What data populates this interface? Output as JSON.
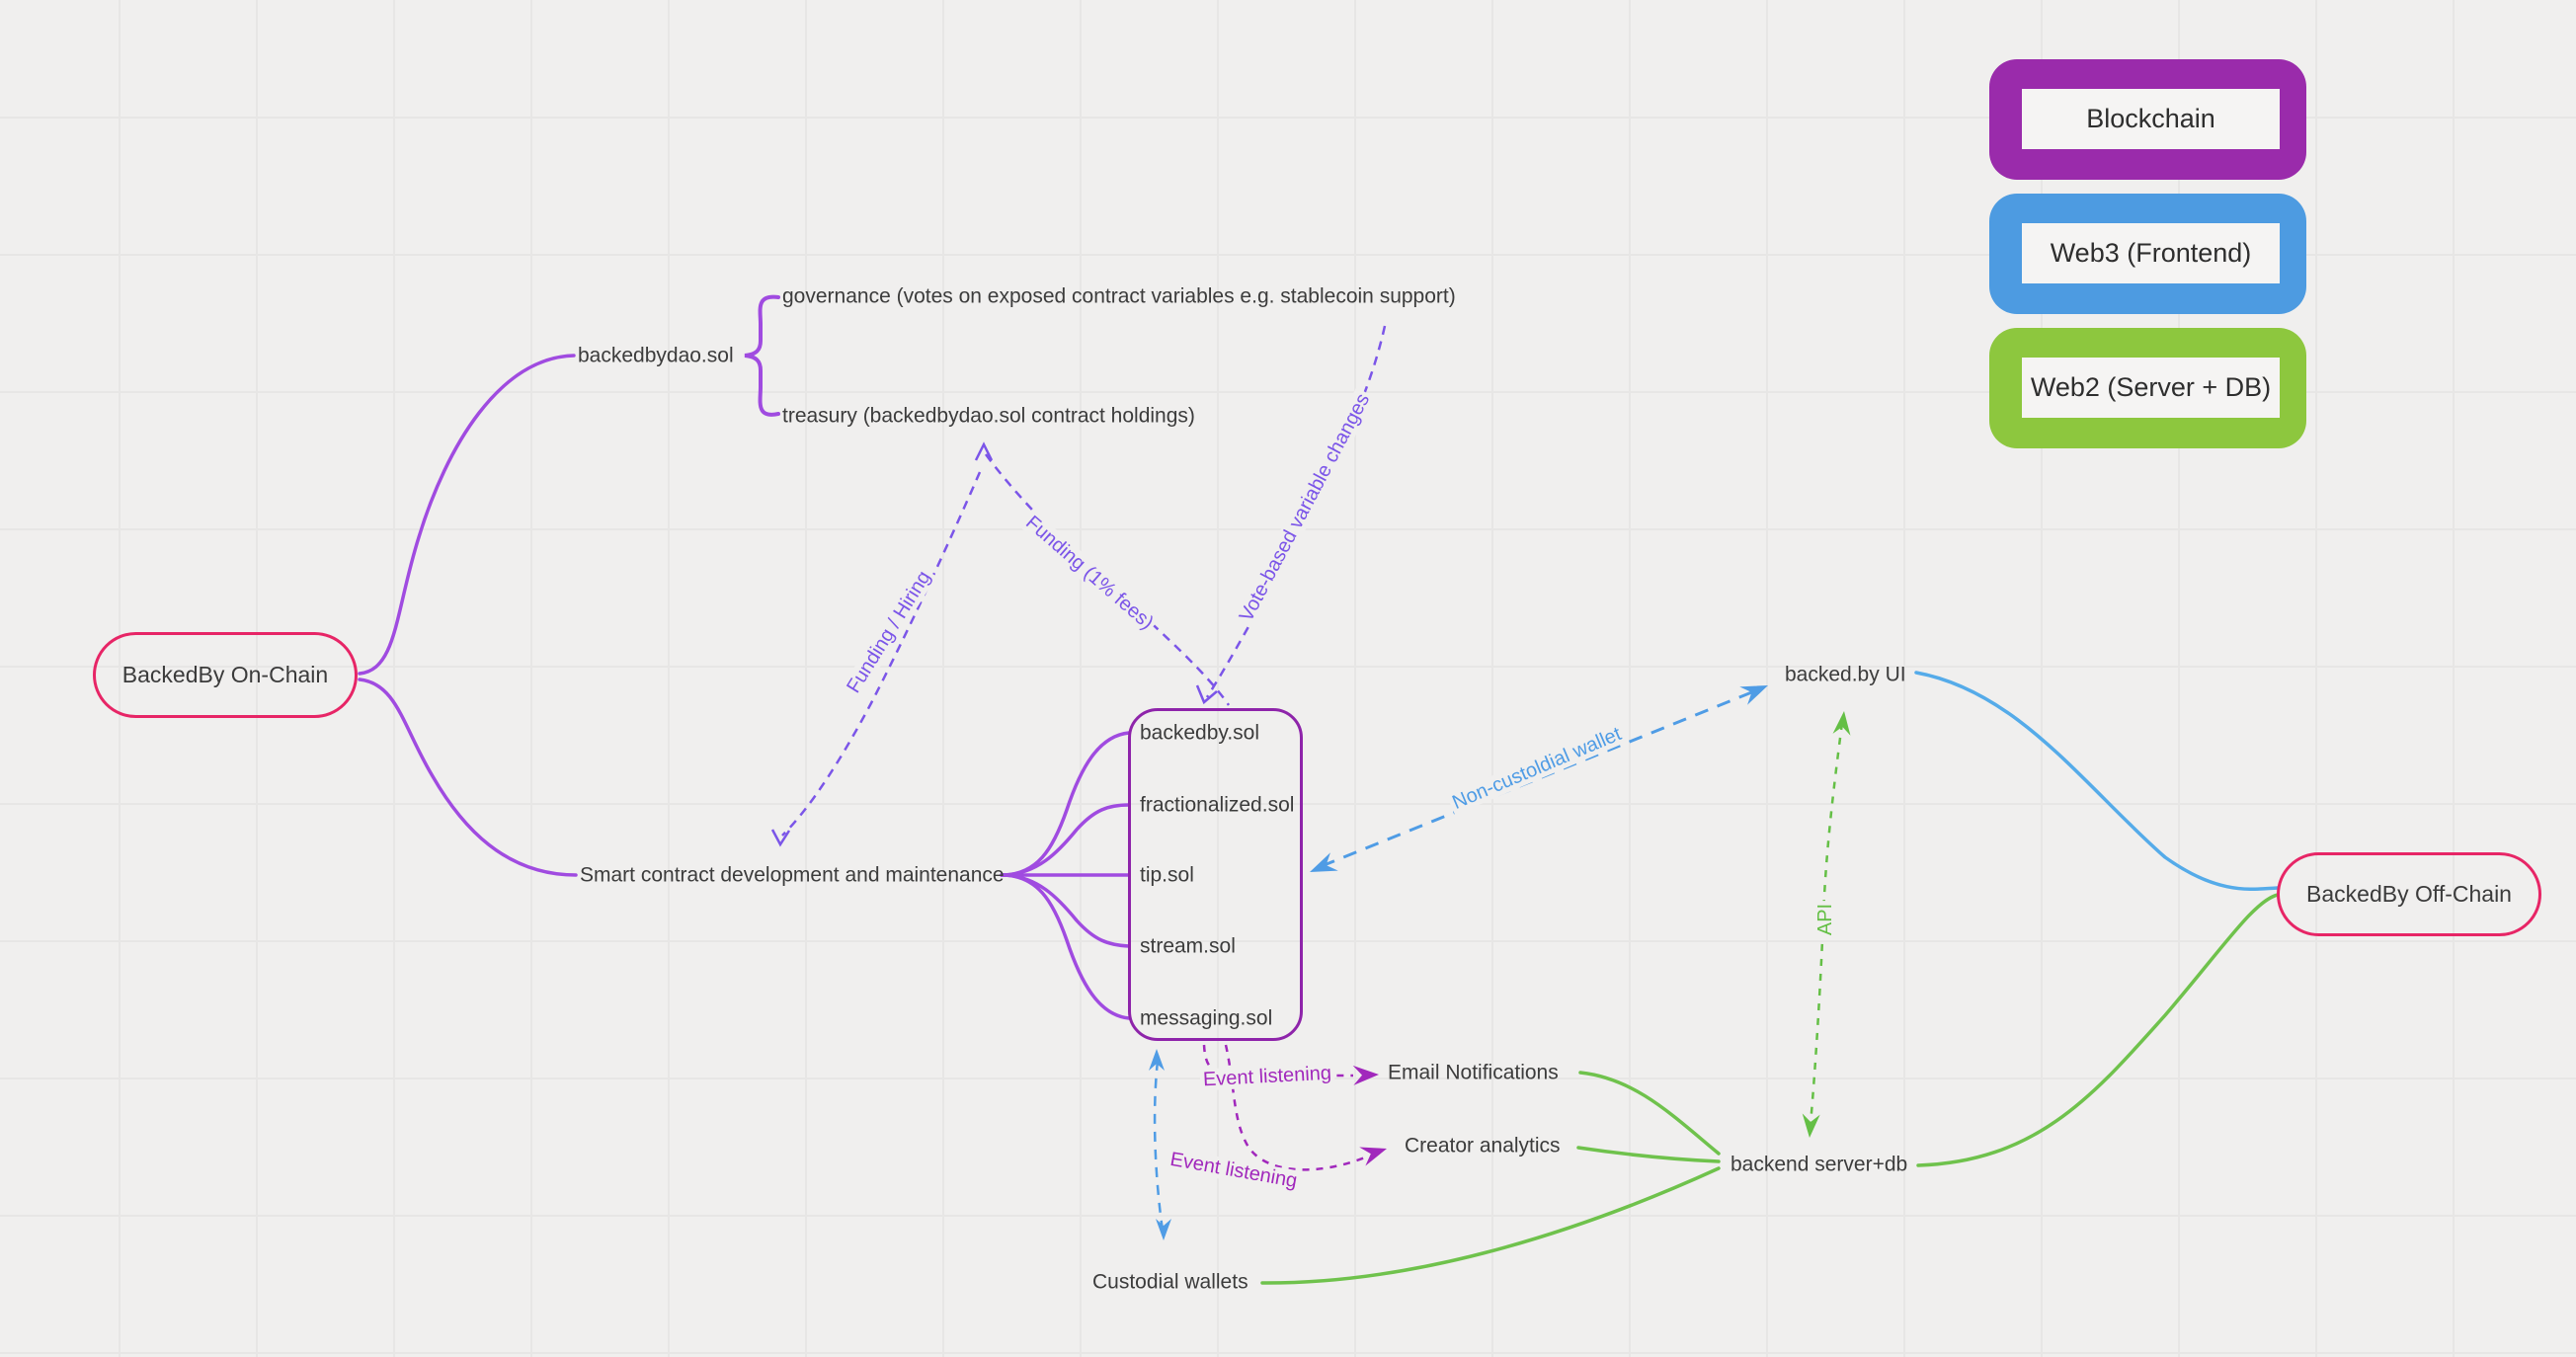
{
  "canvas": {
    "background": "#f0efee",
    "grid_color": "#e7e6e5"
  },
  "legend": {
    "items": [
      {
        "label": "Blockchain",
        "color": "#9a2bab"
      },
      {
        "label": "Web3 (Frontend)",
        "color": "#4d9be1"
      },
      {
        "label": "Web2 (Server + DB)",
        "color": "#8dc73e"
      }
    ]
  },
  "nodes": {
    "on_chain": {
      "label": "BackedBy On-Chain",
      "border_color": "#e72566"
    },
    "off_chain": {
      "label": "BackedBy Off-Chain",
      "border_color": "#e72566"
    },
    "dao": {
      "label": "backedbydao.sol"
    },
    "governance": {
      "label": "governance (votes on exposed contract variables e.g. stablecoin support)"
    },
    "treasury": {
      "label": "treasury (backedbydao.sol contract holdings)"
    },
    "smart_contract": {
      "label": "Smart contract development and maintenance"
    },
    "contracts": {
      "border_color": "#8e24aa",
      "items": [
        "backedby.sol",
        "fractionalized.sol",
        "tip.sol",
        "stream.sol",
        "messaging.sol"
      ]
    },
    "backed_by_ui": {
      "label": "backed.by UI"
    },
    "backend": {
      "label": "backend server+db"
    },
    "email": {
      "label": "Email Notifications"
    },
    "creator": {
      "label": "Creator analytics"
    },
    "custodial": {
      "label": "Custodial wallets"
    }
  },
  "edge_labels": {
    "funding_hiring": {
      "label": "Funding / Hiring",
      "color": "#7b55e8"
    },
    "funding_fees": {
      "label": "Funding (1% fees)",
      "color": "#7b55e8"
    },
    "vote_based": {
      "label": "Vote-based variable changes",
      "color": "#7b55e8"
    },
    "non_custodial": {
      "label": "Non-custoldial wallet",
      "color": "#4f9ce5"
    },
    "api": {
      "label": "API",
      "color": "#64bf45"
    },
    "event_listening_1": {
      "label": "Event listening",
      "color": "#a128bc"
    },
    "event_listening_2": {
      "label": "Event listening",
      "color": "#a128bc"
    }
  },
  "edge_colors": {
    "solid_purple": "#a04be0",
    "dashed_purple": "#7b55e8",
    "solid_blue": "#55abe9",
    "dashed_blue": "#4f9ce5",
    "solid_green": "#6fc24c",
    "dashed_green": "#64bf45",
    "dashed_magenta": "#a128bc"
  }
}
